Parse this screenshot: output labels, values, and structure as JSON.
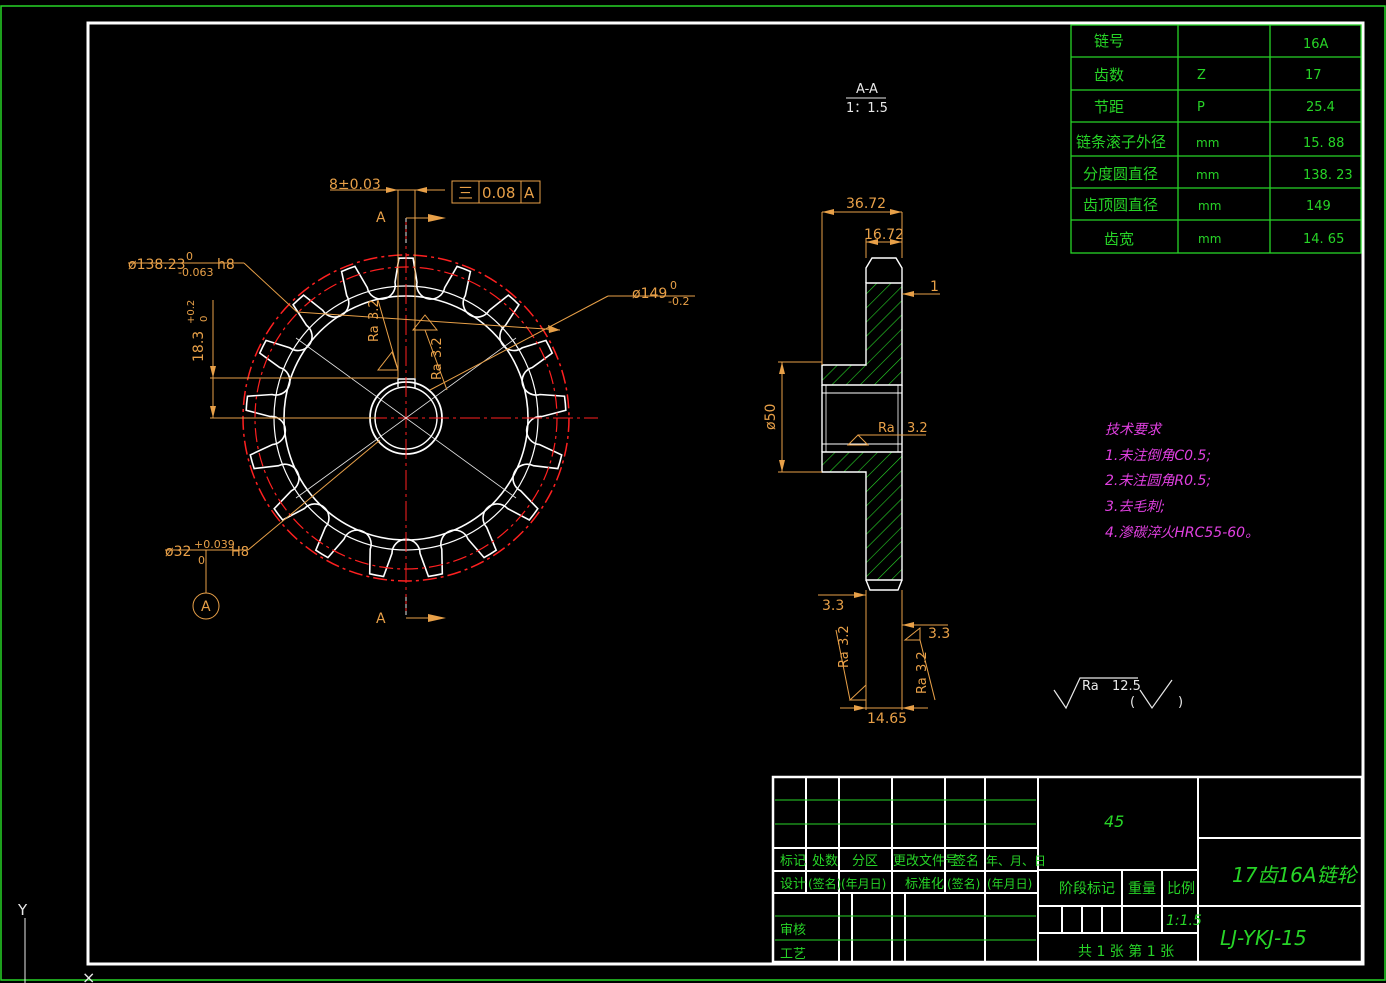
{
  "colors": {
    "background": "#000000",
    "frame": "#ffffff",
    "table": "#27d427",
    "dimension": "#e8a048",
    "centerline": "#ff2020",
    "notes": "#e040e0",
    "hatch": "#27d427"
  },
  "section": {
    "title": "A-A",
    "scale": "1：1.5"
  },
  "front_view": {
    "section_mark_top": "A",
    "section_mark_bottom": "A",
    "key_width": "8±0.03",
    "tolerance_symbol": "三",
    "tolerance_value": "0.08",
    "datum": "A",
    "pitch_dia": "ø138.23",
    "pitch_dia_tol_up": "0",
    "pitch_dia_tol_low": "-0.063",
    "pitch_dia_fit": "h8",
    "tip_dia": "ø149",
    "tip_dia_tol_up": "0",
    "tip_dia_tol_low": "-0.2",
    "key_depth": "18.3",
    "key_depth_tol_up": "+0.2",
    "key_depth_tol_low": "0",
    "bore_dia": "ø32",
    "bore_tol_up": "+0.039",
    "bore_tol_low": "0",
    "bore_fit": "H8",
    "datum_circle": "A",
    "ra1_label": "Ra",
    "ra1_value": "3.2",
    "ra2_label": "Ra",
    "ra2_value": "3.2"
  },
  "side_view": {
    "width_total": "36.72",
    "width_hub": "16.72",
    "chamfer": "1",
    "hub_dia": "ø50",
    "ra_center_label": "Ra",
    "ra_center_value": "3.2",
    "left_dim": "3.3",
    "right_dim": "3.3",
    "tooth_width": "14.65",
    "ra_left_label": "Ra",
    "ra_left_value": "3.2",
    "ra_right_label": "Ra",
    "ra_right_value": "3.2"
  },
  "params_table": [
    {
      "name": "链号",
      "symbol": "",
      "value": "16A"
    },
    {
      "name": "齿数",
      "symbol": "Z",
      "value": "17"
    },
    {
      "name": "节距",
      "symbol": "P",
      "value": "25.4"
    },
    {
      "name": "链条滚子外径",
      "symbol": "mm",
      "value": "15. 88"
    },
    {
      "name": "分度圆直径",
      "symbol": "mm",
      "value": "138. 23"
    },
    {
      "name": "齿顶圆直径",
      "symbol": "mm",
      "value": "149"
    },
    {
      "name": "齿宽",
      "symbol": "mm",
      "value": "14. 65"
    }
  ],
  "tech_notes": {
    "title": "技术要求",
    "items": [
      "1.未注倒角C0.5;",
      "2.未注圆角R0.5;",
      "3.去毛刺;",
      "4.渗碳淬火HRC55-60。"
    ]
  },
  "roughness_general": {
    "label": "Ra",
    "value": "12.5",
    "open": "(",
    "close": ")"
  },
  "title_block": {
    "material": "45",
    "part_name": "17齿16A链轮",
    "drawing_no": "LJ-YKJ-15",
    "row1": [
      "标记",
      "处数",
      "分区",
      "更改文件号",
      "签名",
      "年、月、日"
    ],
    "row2": [
      "设计",
      "(签名)",
      "(年月日)",
      "标准化",
      "(签名)",
      "(年月日)"
    ],
    "stage_label": "阶段标记",
    "weight_label": "重量",
    "scale_label": "比例",
    "scale_value": "1:1.5",
    "audit": "审核",
    "process": "工艺",
    "sheets": "共 1 张  第 1 张"
  },
  "ucs": {
    "y_label": "Y"
  }
}
